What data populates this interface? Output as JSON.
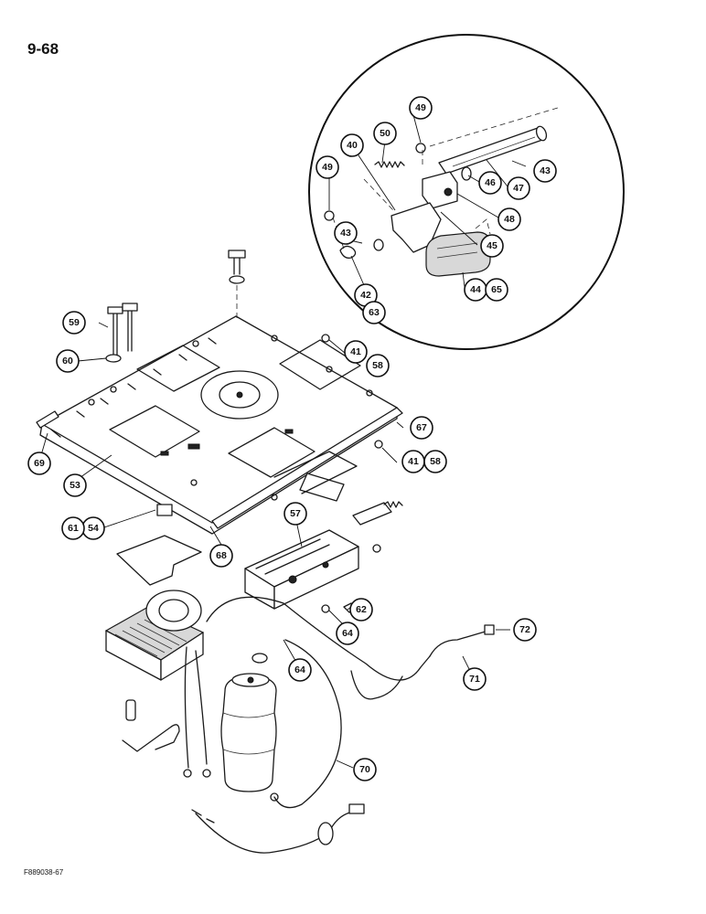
{
  "page": {
    "number": "9-68",
    "figure_code": "F889038-67"
  },
  "callouts": {
    "c40": "40",
    "c41a": "41",
    "c58a": "58",
    "c41b": "41",
    "c58b": "58",
    "c42": "42",
    "c63": "63",
    "c43a": "43",
    "c43b": "43",
    "c44": "44",
    "c65": "65",
    "c45": "45",
    "c46": "46",
    "c47": "47",
    "c48": "48",
    "c49a": "49",
    "c49b": "49",
    "c50": "50",
    "c53": "53",
    "c54": "54",
    "c57": "57",
    "c59": "59",
    "c60": "60",
    "c61": "61",
    "c62": "62",
    "c64a": "64",
    "c64b": "64",
    "c67": "67",
    "c68": "68",
    "c69": "69",
    "c70": "70",
    "c71": "71",
    "c72": "72"
  }
}
